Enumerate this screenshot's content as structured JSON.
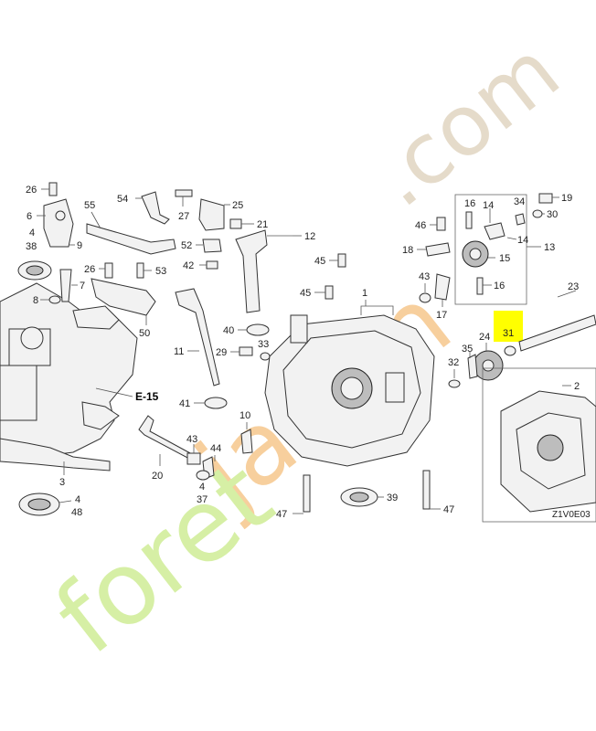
{
  "diagram": {
    "section_ref": "E-15",
    "figure_code": "Z1V0E03",
    "highlight": {
      "part": "31",
      "color": "#ffff00"
    },
    "watermark": {
      "part1": "foret",
      "part2": "jardin",
      "part3": ".com",
      "colors": {
        "green": "#d6efa5",
        "orange": "#f7cf9d",
        "tan": "#e5dbca"
      }
    },
    "labels": {
      "p1": "1",
      "p2": "2",
      "p3": "3",
      "p4a": "4",
      "p4b": "4",
      "p4c": "4",
      "p6": "6",
      "p7": "7",
      "p8": "8",
      "p9": "9",
      "p10": "10",
      "p11": "11",
      "p12": "12",
      "p13": "13",
      "p14a": "14",
      "p14b": "14",
      "p15": "15",
      "p16a": "16",
      "p16b": "16",
      "p17": "17",
      "p18": "18",
      "p19": "19",
      "p20": "20",
      "p21": "21",
      "p23": "23",
      "p24": "24",
      "p25": "25",
      "p26a": "26",
      "p26b": "26",
      "p27": "27",
      "p29": "29",
      "p30": "30",
      "p31": "31",
      "p32": "32",
      "p33": "33",
      "p34": "34",
      "p35": "35",
      "p37": "37",
      "p38": "38",
      "p39": "39",
      "p40": "40",
      "p41": "41",
      "p42": "42",
      "p43a": "43",
      "p43b": "43",
      "p44": "44",
      "p45a": "45",
      "p45b": "45",
      "p46": "46",
      "p47a": "47",
      "p47b": "47",
      "p48": "48",
      "p50": "50",
      "p52": "52",
      "p53": "53",
      "p54": "54",
      "p55": "55"
    }
  }
}
